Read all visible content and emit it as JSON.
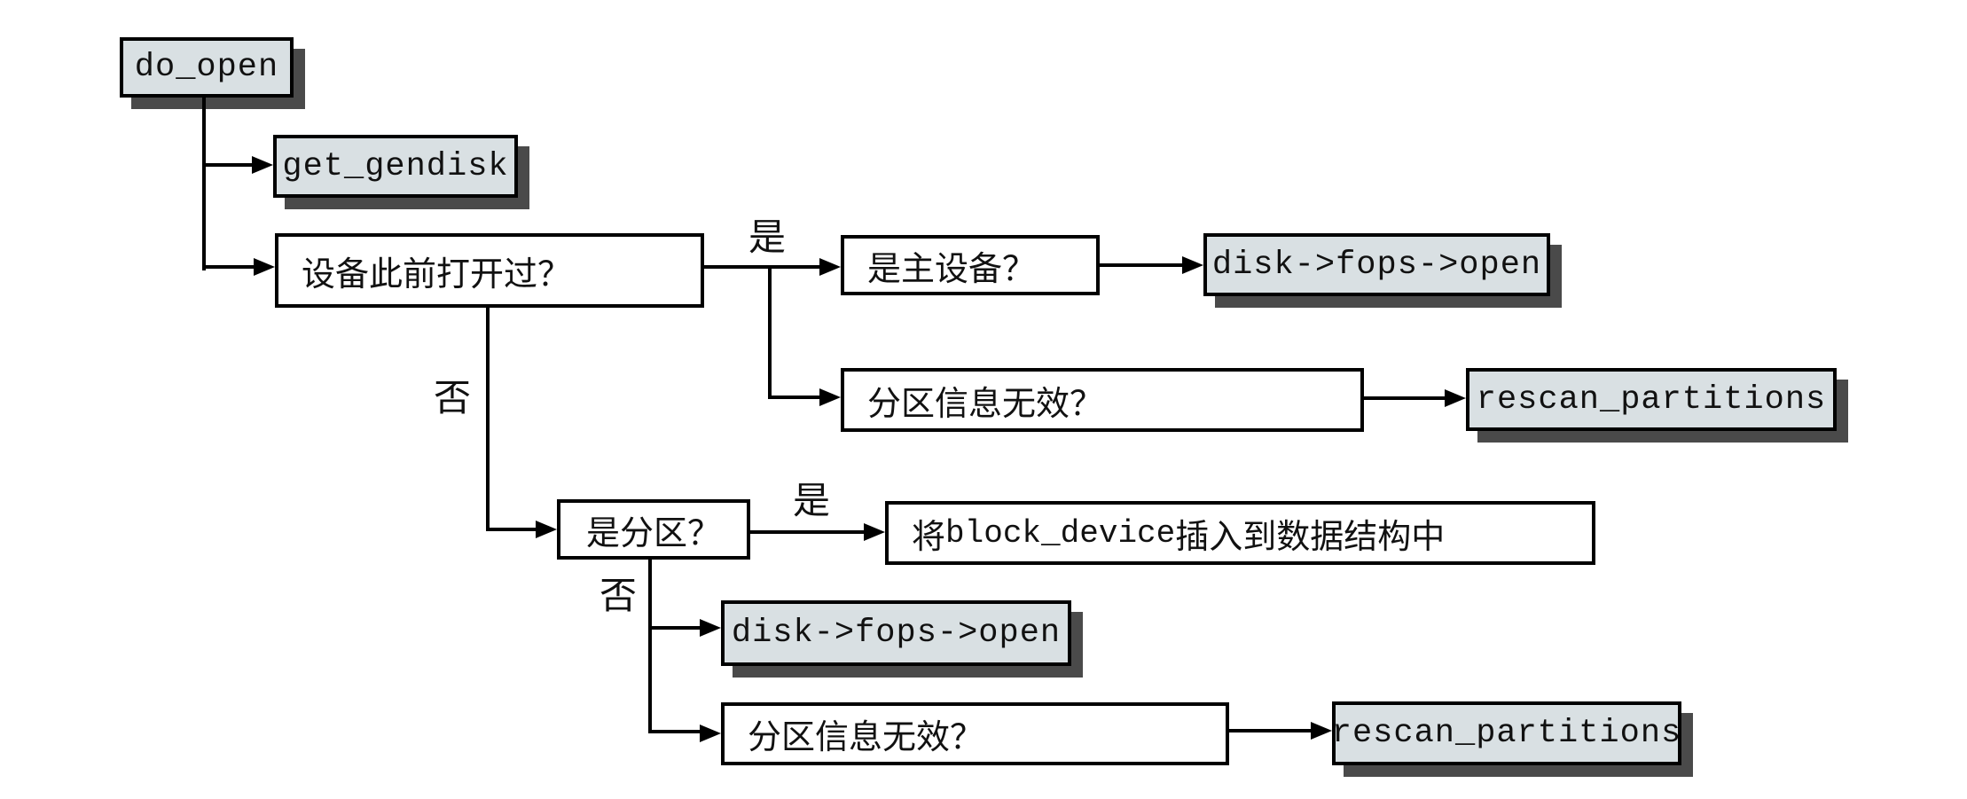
{
  "diagram": {
    "description": "do_open block-device open flowchart",
    "colors": {
      "function_box_fill": "#d9e0e3",
      "box_border": "#000000",
      "shadow": "#4a4a4a",
      "line": "#000000",
      "background": "#ffffff"
    },
    "edge_labels": {
      "yes": "是",
      "no": "否"
    },
    "nodes": {
      "do_open": {
        "label": "do_open",
        "type": "function"
      },
      "get_gendisk": {
        "label": "get_gendisk",
        "type": "function"
      },
      "q_opened_before": {
        "label": "设备此前打开过？",
        "type": "decision"
      },
      "q_is_master": {
        "label": "是主设备？",
        "type": "decision"
      },
      "a_fops_open_top": {
        "label": "disk->fops->open",
        "type": "function"
      },
      "q_part_invalid_top": {
        "label": "分区信息无效？",
        "type": "decision"
      },
      "a_rescan_top": {
        "label": "rescan_partitions",
        "type": "function"
      },
      "q_is_partition": {
        "label": "是分区？",
        "type": "decision"
      },
      "a_insert_bdev": {
        "label": "将block_device插入到数据结构中",
        "label_prefix": "将",
        "label_code": "block_device",
        "label_suffix": "插入到数据结构中",
        "type": "process"
      },
      "a_fops_open_bottom": {
        "label": "disk->fops->open",
        "type": "function"
      },
      "q_part_invalid_bottom": {
        "label": "分区信息无效？",
        "type": "decision"
      },
      "a_rescan_bottom": {
        "label": "rescan_partitions",
        "type": "function"
      }
    }
  }
}
